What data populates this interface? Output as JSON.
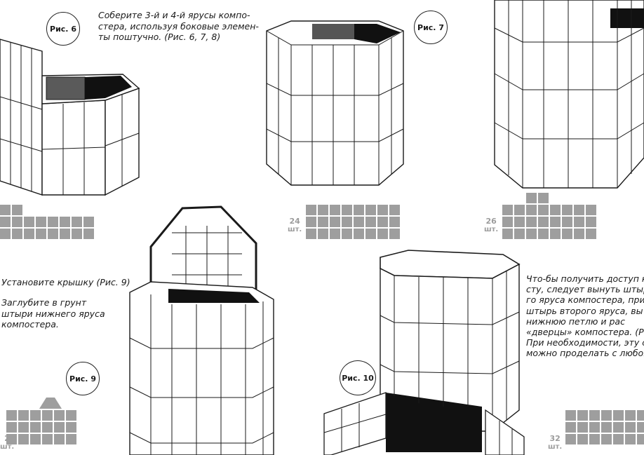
{
  "figures": {
    "fig6": {
      "label": "Рис. 6"
    },
    "fig7": {
      "label": "Рис. 7"
    },
    "fig9": {
      "label": "Рис. 9"
    },
    "fig10": {
      "label": "Рис. 10"
    }
  },
  "instructions": {
    "step_tiers": [
      "Соберите 3-й и 4-й ярусы компо-",
      "стера, используя боковые элемен-",
      "ты поштучно. (Рис. 6, 7, 8)"
    ],
    "step_lid": "Установите крышку (Рис. 9)",
    "step_pins": [
      "Заглубите в грунт",
      "штыри нижнего яруса",
      "компостера."
    ],
    "step_door": [
      "Что-бы получить доступ к",
      "сту, следует вынуть штыр",
      "го яруса компостера, при",
      "штырь второго яруса, вы",
      "нижнюю петлю и рас",
      "«дверцы» компостера. (Р",
      "При необходимости, эту о",
      "можно проделать с любой с"
    ]
  },
  "counts": {
    "c24": {
      "value": "24",
      "unit": "шт."
    },
    "c26": {
      "value": "26",
      "unit": "шт."
    },
    "c32": {
      "value": "32",
      "unit": "шт."
    },
    "c_left_bottom": {
      "value": "2",
      "unit": "шт."
    }
  },
  "colors": {
    "ink": "#1a1a1a",
    "piece_gray": "#9e9e9e",
    "count_gray": "#9c9c9c"
  }
}
